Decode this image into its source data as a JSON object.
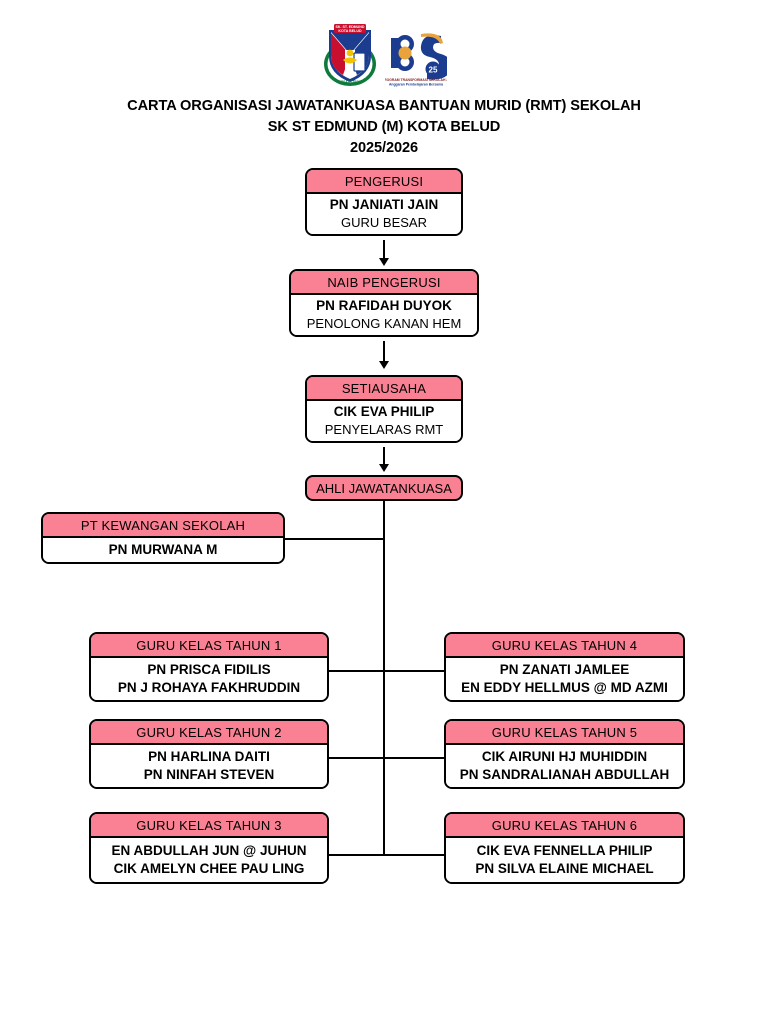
{
  "header": {
    "logos": [
      {
        "name": "school-crest-logo",
        "alt": "SK ST EDMUND KOTA BELUD school crest"
      },
      {
        "name": "bpi-25-logo",
        "alt": "Program Transformasi Sekolah 25 logo"
      }
    ],
    "title_lines": [
      "CARTA ORGANISASI JAWATANKUASA BANTUAN MURID (RMT) SEKOLAH",
      "SK ST EDMUND (M) KOTA BELUD",
      "2025/2026"
    ]
  },
  "colors": {
    "header_pink": "#FA8193",
    "border": "#000000",
    "body_background": "#FFFFFF"
  },
  "hierarchy": {
    "pengerusi": {
      "role": "PENGERUSI",
      "name": "PN JANIATI JAIN",
      "position": "GURU BESAR"
    },
    "naib_pengerusi": {
      "role": "NAIB PENGERUSI",
      "name": "PN RAFIDAH DUYOK",
      "position": "PENOLONG KANAN HEM"
    },
    "setiausaha": {
      "role": "SETIAUSAHA",
      "name": "CIK EVA PHILIP",
      "position": "PENYELARAS RMT"
    },
    "ahli_jawatankuasa": {
      "role": "AHLI JAWATANKUASA"
    },
    "pt_kewangan": {
      "role": "PT KEWANGAN SEKOLAH",
      "name": "PN MURWANA M"
    }
  },
  "class_teachers": {
    "left_column": [
      {
        "role": "GURU KELAS TAHUN 1",
        "names": [
          "PN PRISCA FIDILIS",
          "PN J ROHAYA FAKHRUDDIN"
        ]
      },
      {
        "role": "GURU KELAS TAHUN 2",
        "names": [
          "PN HARLINA DAITI",
          "PN NINFAH STEVEN"
        ]
      },
      {
        "role": "GURU KELAS TAHUN 3",
        "names": [
          "EN ABDULLAH JUN @ JUHUN",
          "CIK AMELYN CHEE PAU LING"
        ]
      }
    ],
    "right_column": [
      {
        "role": "GURU KELAS TAHUN 4",
        "names": [
          "PN ZANATI JAMLEE",
          "EN EDDY HELLMUS @ MD AZMI"
        ]
      },
      {
        "role": "GURU KELAS TAHUN 5",
        "names": [
          "CIK AIRUNI HJ MUHIDDIN",
          "PN SANDRALIANAH ABDULLAH"
        ]
      },
      {
        "role": "GURU KELAS TAHUN 6",
        "names": [
          "CIK EVA FENNELLA PHILIP",
          "PN SILVA ELAINE MICHAEL"
        ]
      }
    ]
  }
}
